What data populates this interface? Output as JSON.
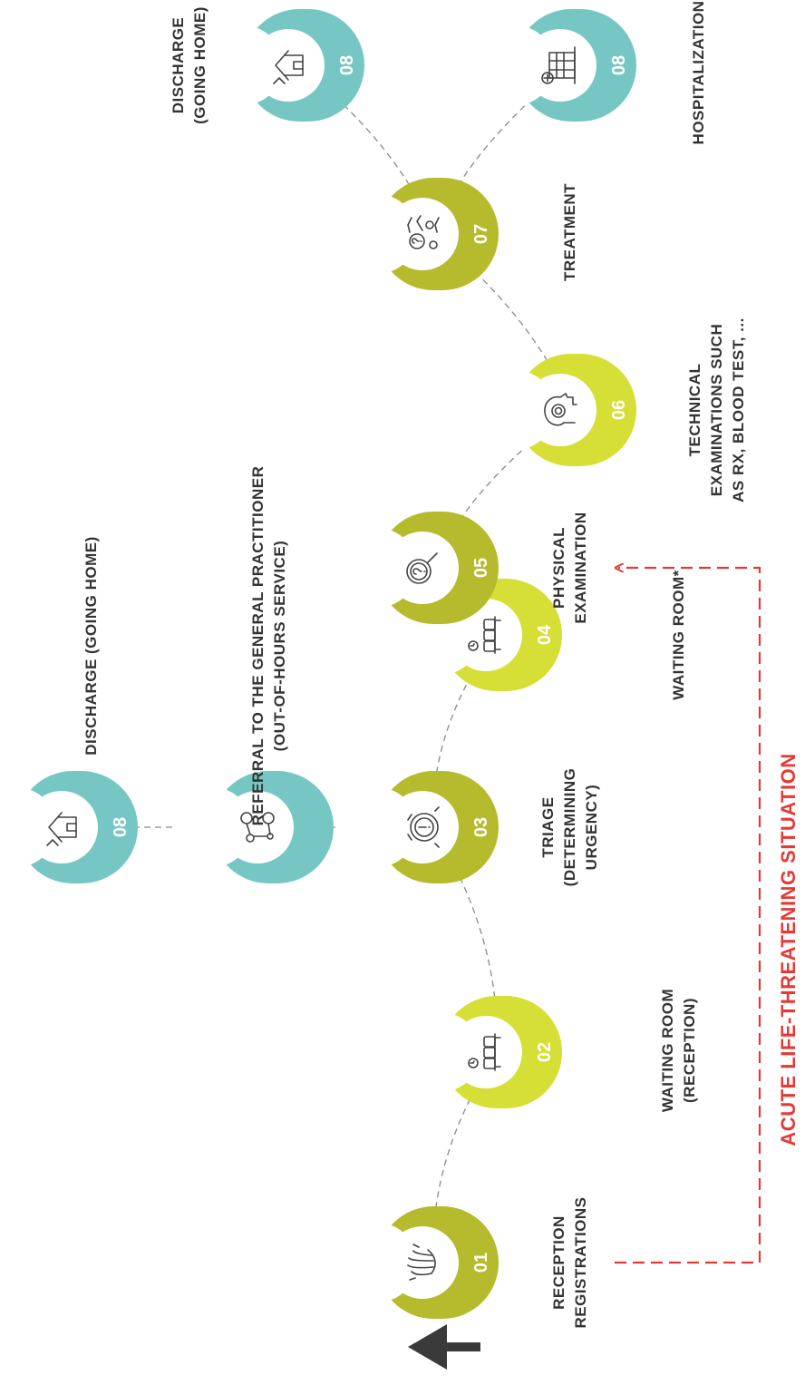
{
  "colors": {
    "olive": "#b5bb2c",
    "lime": "#d5df35",
    "teal": "#76c7c3",
    "alert": "#e53935",
    "text": "#333333",
    "connector": "#8a8a8a"
  },
  "steps": [
    {
      "id": "s01",
      "number": "01",
      "icon": "hand-icon",
      "label_lines": [
        "RECEPTION",
        "REGISTRATIONS"
      ]
    },
    {
      "id": "s02",
      "number": "02",
      "icon": "waiting-room-icon",
      "label_lines": [
        "WAITING ROOM",
        "(RECEPTION)"
      ]
    },
    {
      "id": "s03",
      "number": "03",
      "icon": "alarm-clock-icon",
      "label_lines": [
        "TRIAGE",
        "(DETERMINING",
        "URGENCY)"
      ]
    },
    {
      "id": "s04",
      "number": "04",
      "icon": "waiting-room-icon",
      "label_lines": [
        "WAITING ROOM*"
      ]
    },
    {
      "id": "s05",
      "number": "05",
      "icon": "magnifier-icon",
      "label_lines": [
        "PHYSICAL",
        "EXAMINATION"
      ]
    },
    {
      "id": "s06",
      "number": "06",
      "icon": "head-scan-icon",
      "label_lines": [
        "TECHNICAL",
        "EXAMINATIONS SUCH",
        "AS RX, BLOOD TEST, ..."
      ]
    },
    {
      "id": "s07",
      "number": "07",
      "icon": "treatment-icon",
      "label_lines": [
        "TREATMENT"
      ]
    },
    {
      "id": "s08a",
      "number": "08",
      "icon": "house-icon",
      "label_lines": [
        "DISCHARGE",
        "(GOING HOME)"
      ]
    },
    {
      "id": "s08b",
      "number": "08",
      "icon": "hospital-icon",
      "label_lines": [
        "HOSPITALIZATION"
      ]
    },
    {
      "id": "sRef",
      "number": "",
      "icon": "network-icon",
      "label_lines": [
        "REFERRAL TO THE GENERAL PRACTITIONER",
        "(OUT-OF-HOURS SERVICE)"
      ]
    },
    {
      "id": "s08c",
      "number": "08",
      "icon": "house-icon",
      "label_lines": [
        "DISCHARGE (GOING HOME)"
      ]
    }
  ],
  "alert_label": "ACUTE LIFE-THREATENING SITUATION"
}
